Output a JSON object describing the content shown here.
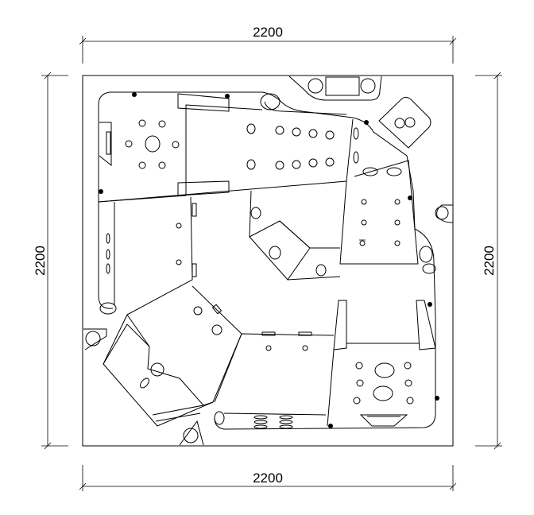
{
  "dimensions": {
    "top": "2200",
    "bottom": "2200",
    "left": "2200",
    "right": "2200"
  }
}
